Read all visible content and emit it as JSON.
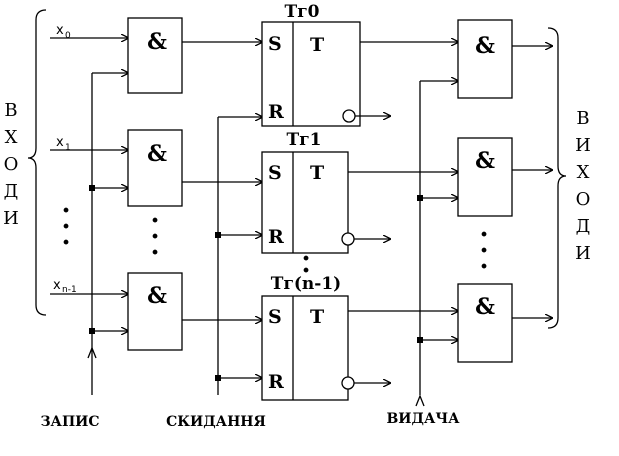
{
  "inputs_group": {
    "letters": [
      "В",
      "Х",
      "О",
      "Д",
      "И"
    ]
  },
  "outputs_group": {
    "letters": [
      "В",
      "И",
      "Х",
      "О",
      "Д",
      "И"
    ]
  },
  "inputs": [
    {
      "base": "x",
      "sub": "0"
    },
    {
      "base": "x",
      "sub": "1"
    },
    {
      "base": "x",
      "sub": "n-1"
    }
  ],
  "and_gate_symbol": "&",
  "triggers": [
    {
      "title": "Тг0",
      "s": "S",
      "r": "R",
      "t": "T"
    },
    {
      "title": "Тг1",
      "s": "S",
      "r": "R",
      "t": "T"
    },
    {
      "title": "Тг(n-1)",
      "s": "S",
      "r": "R",
      "t": "T"
    }
  ],
  "buses": {
    "write": "ЗАПИС",
    "reset": "СКИДАННЯ",
    "output": "ВИДАЧА"
  }
}
